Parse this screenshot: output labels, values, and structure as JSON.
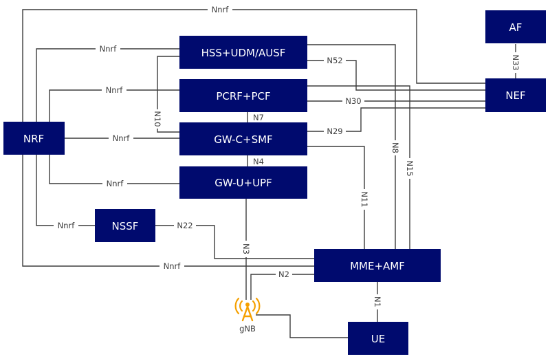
{
  "nodes": {
    "af": "AF",
    "hss": "HSS+UDM/AUSF",
    "pcrf": "PCRF+PCF",
    "nef": "NEF",
    "nrf": "NRF",
    "gwc": "GW-C+SMF",
    "gwu": "GW-U+UPF",
    "nssf": "NSSF",
    "mme": "MME+AMF",
    "ue": "UE",
    "gnb": "gNB"
  },
  "interfaces": {
    "nnrf_top": "Nnrf",
    "nnrf_hss": "Nnrf",
    "nnrf_pcrf": "Nnrf",
    "nnrf_gwc": "Nnrf",
    "nnrf_gwu": "Nnrf",
    "nnrf_nssf": "Nnrf",
    "nnrf_mme": "Nnrf",
    "n52": "N52",
    "n30": "N30",
    "n29": "N29",
    "n33": "N33",
    "n7": "N7",
    "n10": "N10",
    "n4": "N4",
    "n8": "N8",
    "n15": "N15",
    "n11": "N11",
    "n22": "N22",
    "n3": "N3",
    "n2": "N2",
    "n1": "N1"
  },
  "colors": {
    "node_fill": "#000a6e",
    "node_text": "#ffffff",
    "line": "#3c3c3c",
    "antenna": "#f5a000"
  }
}
